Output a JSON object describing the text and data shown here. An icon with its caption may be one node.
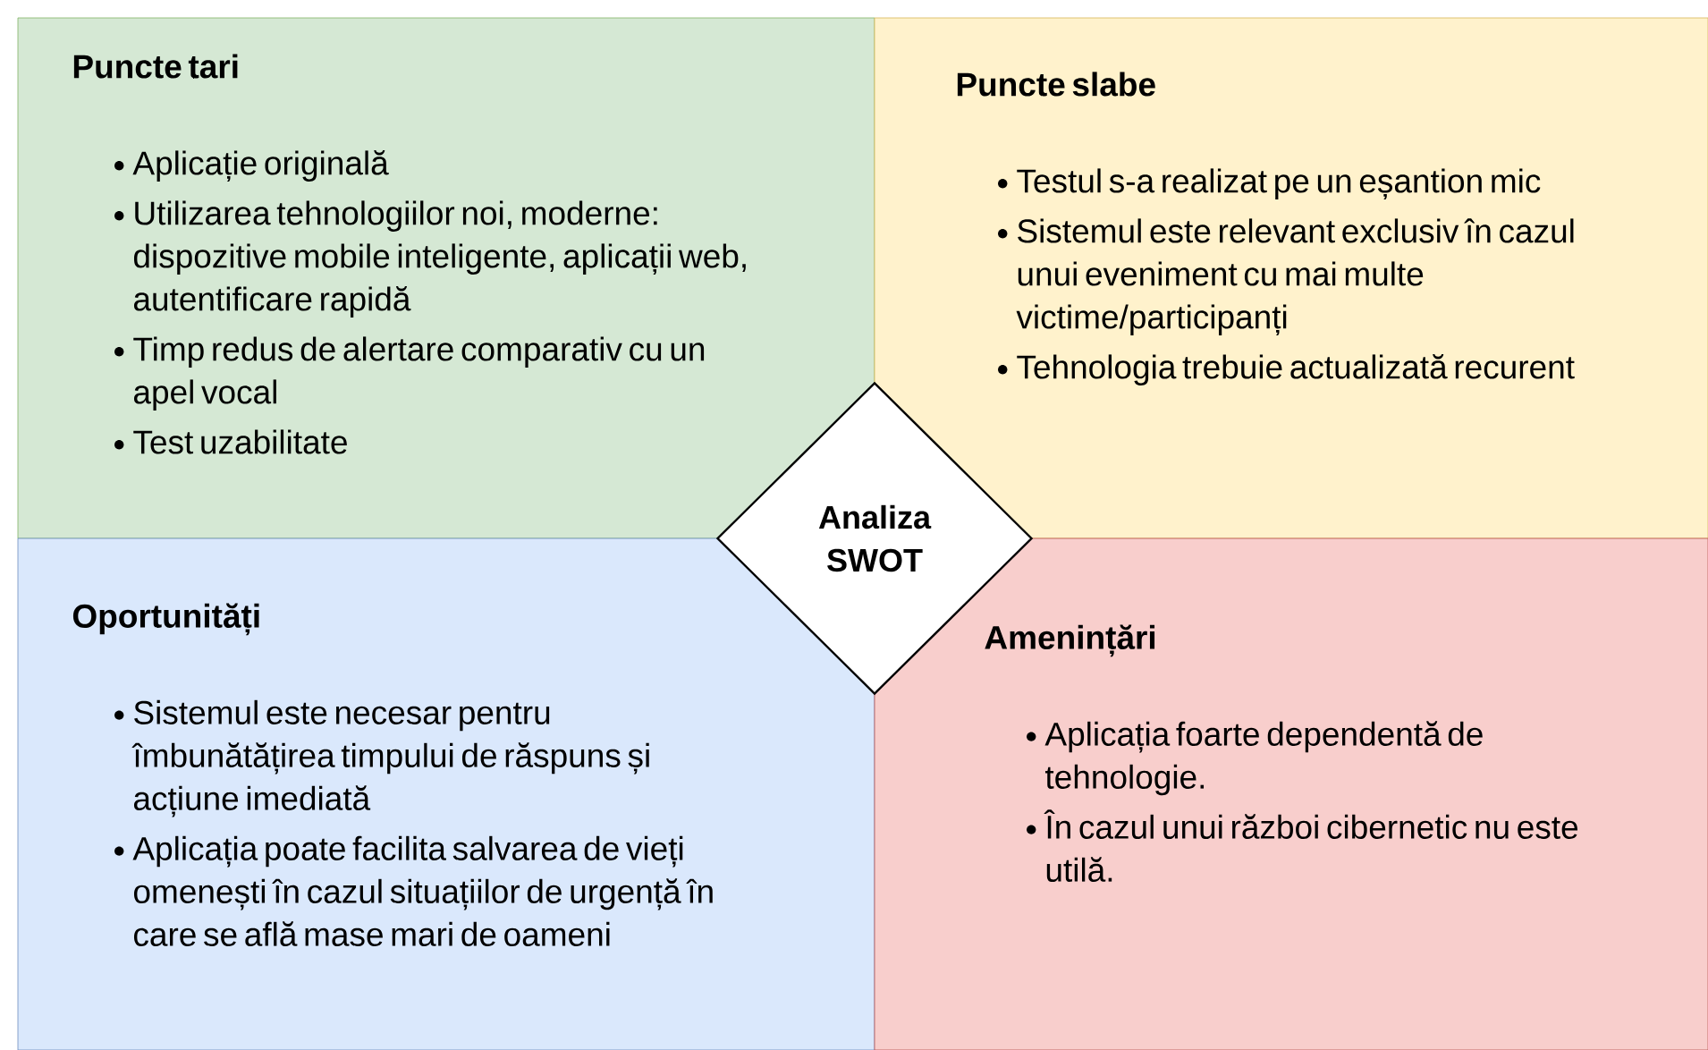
{
  "diagram": {
    "nodes": [
      {
        "text": [
          "Puncte tari",
          "Aplicație originală",
          "Utilizarea tehnologiilor noi, moderne: dispozitive mobile inteligente, aplicații web, autentificare rapidă",
          "Timp redus de alertare comparativ cu un apel vocal",
          "Test uzabilitate"
        ]
      },
      {
        "text": [
          "Puncte slabe",
          "Testul s-a realizat pe un eșantion mic",
          "Sistemul este relevant exclusiv în cazul unui eveniment cu mai multe victime/participanți",
          "Tehnologia trebuie actualizată recurent"
        ]
      },
      {
        "text": [
          "Analiza SWOT"
        ]
      },
      {
        "text": [
          "Oportunități",
          "Sistemul este necesar pentru îmbunătățirea timpului de răspuns și acțiune imediată",
          "Aplicația poate facilita salvarea de vieți omenești în cazul situațiilor de urgență în care se află mase mari de oameni"
        ]
      },
      {
        "text": [
          "Amenințări",
          "Aplicația foarte dependentă de tehnologie.",
          "În cazul unui război cibernetic nu este utilă."
        ]
      }
    ]
  }
}
